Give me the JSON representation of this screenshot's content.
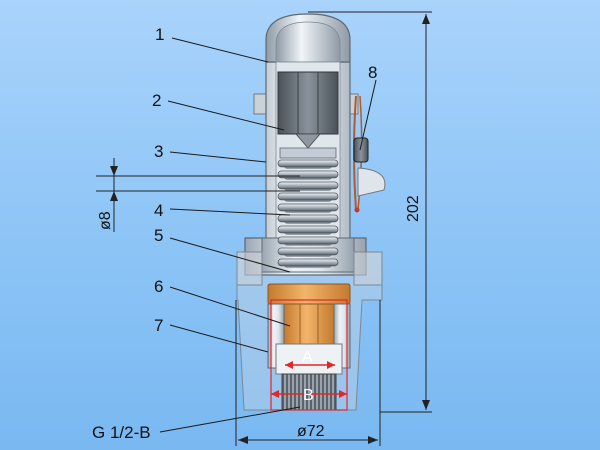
{
  "callouts": [
    {
      "number": "1"
    },
    {
      "number": "2"
    },
    {
      "number": "3"
    },
    {
      "number": "4"
    },
    {
      "number": "5"
    },
    {
      "number": "6"
    },
    {
      "number": "7"
    },
    {
      "number": "8"
    }
  ],
  "thread_label": "G 1/2-B",
  "dimensions": {
    "height": "202",
    "bottom_width": "ø72",
    "wire_diameter": "ø8",
    "inner_a": "A",
    "inner_b": "B"
  },
  "colors": {
    "background": "#8cc4f6",
    "body_steel": "#d5dde5",
    "nozzle_orange": "#e7a055",
    "dimension_red": "#e3262b"
  }
}
